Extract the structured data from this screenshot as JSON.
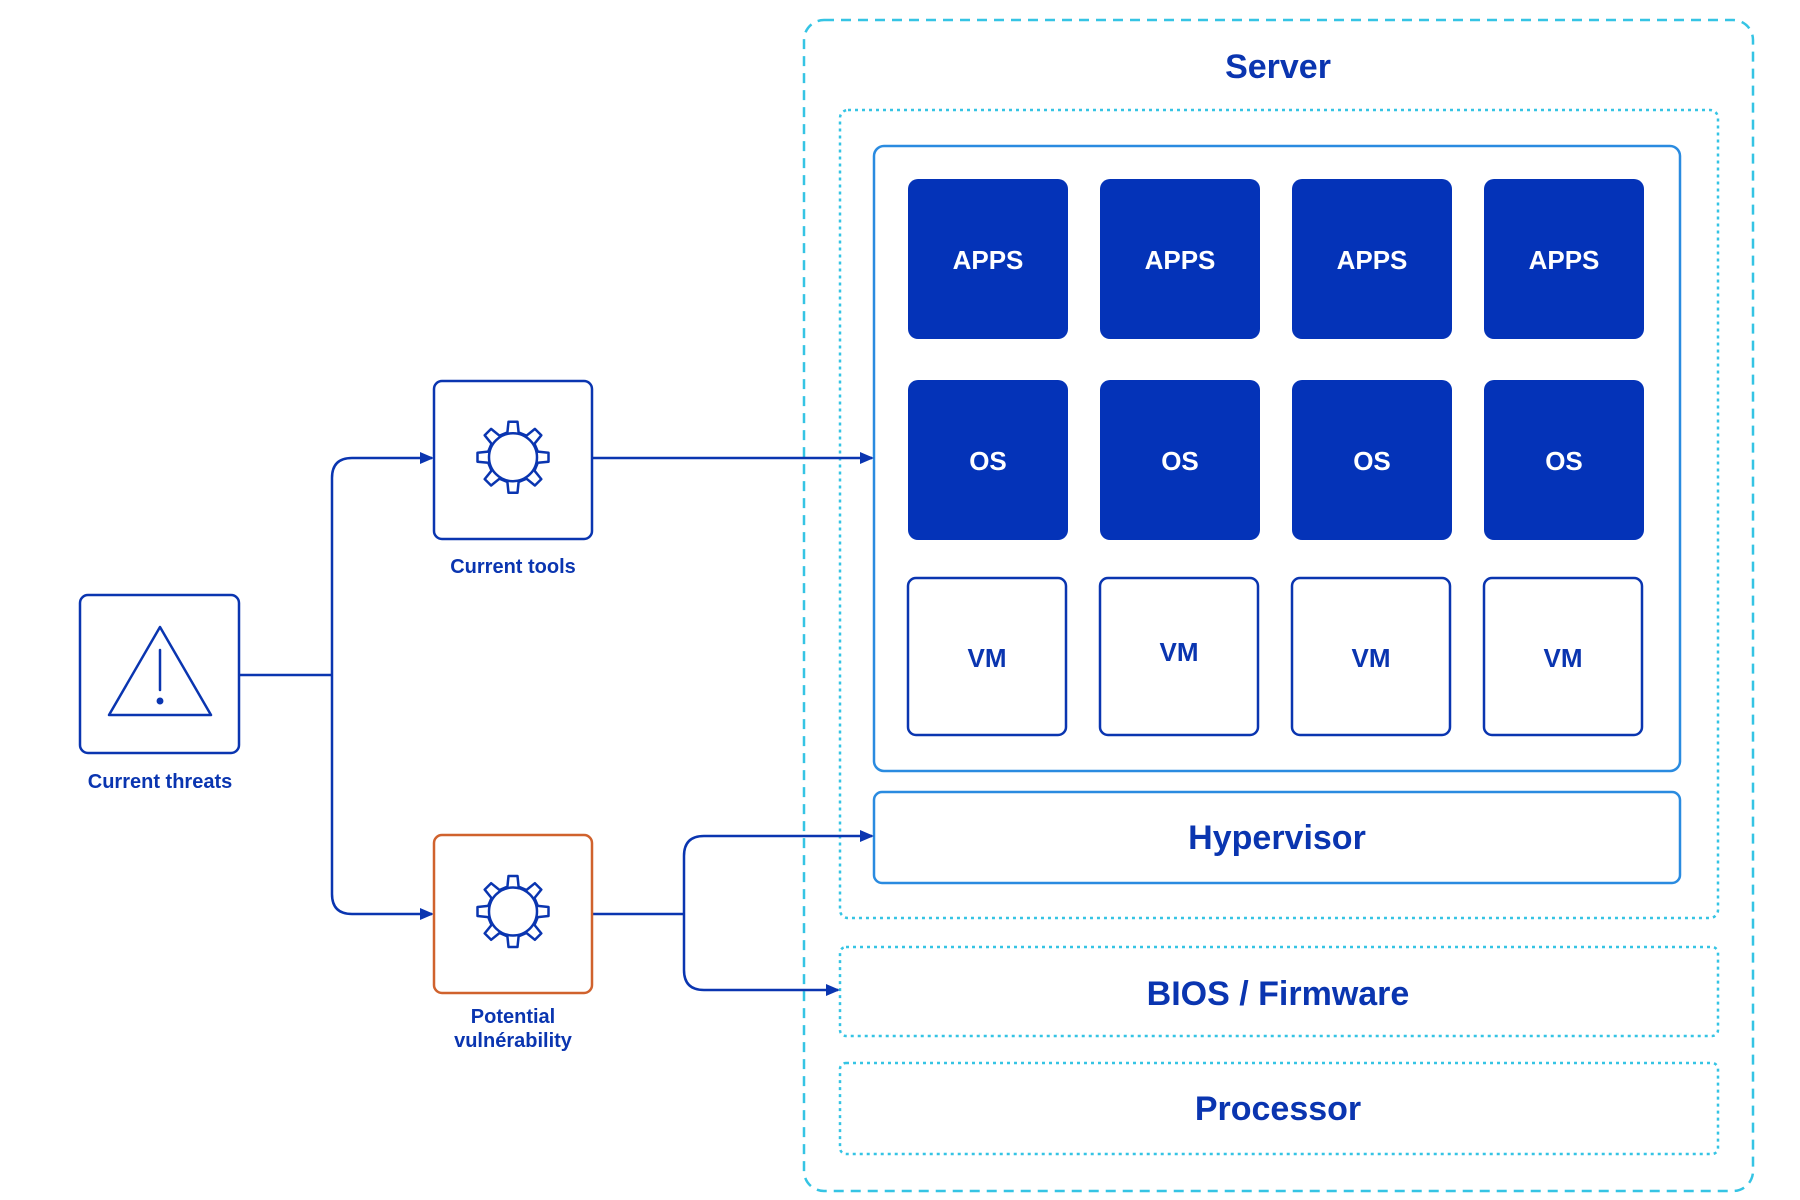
{
  "colors": {
    "primary": "#0a35b0",
    "light_blue": "#2a8be0",
    "cyan_dashed": "#35c4e4",
    "vulnerability_border": "#d0622d",
    "block_fill": "#0433b8",
    "text_white": "#ffffff"
  },
  "left": {
    "threats": {
      "label": "Current threats",
      "icon": "warning-triangle-icon"
    },
    "tools": {
      "label": "Current tools",
      "icon": "gear-icon"
    },
    "vulnerability": {
      "label_line1": "Potential",
      "label_line2": "vulnérability",
      "icon": "gear-icon"
    }
  },
  "server": {
    "title": "Server",
    "apps": [
      "APPS",
      "APPS",
      "APPS",
      "APPS"
    ],
    "os": [
      "OS",
      "OS",
      "OS",
      "OS"
    ],
    "vm": [
      "VM",
      "VM",
      "VM",
      "VM"
    ],
    "hypervisor": "Hypervisor",
    "bios": "BIOS / Firmware",
    "processor": "Processor"
  }
}
